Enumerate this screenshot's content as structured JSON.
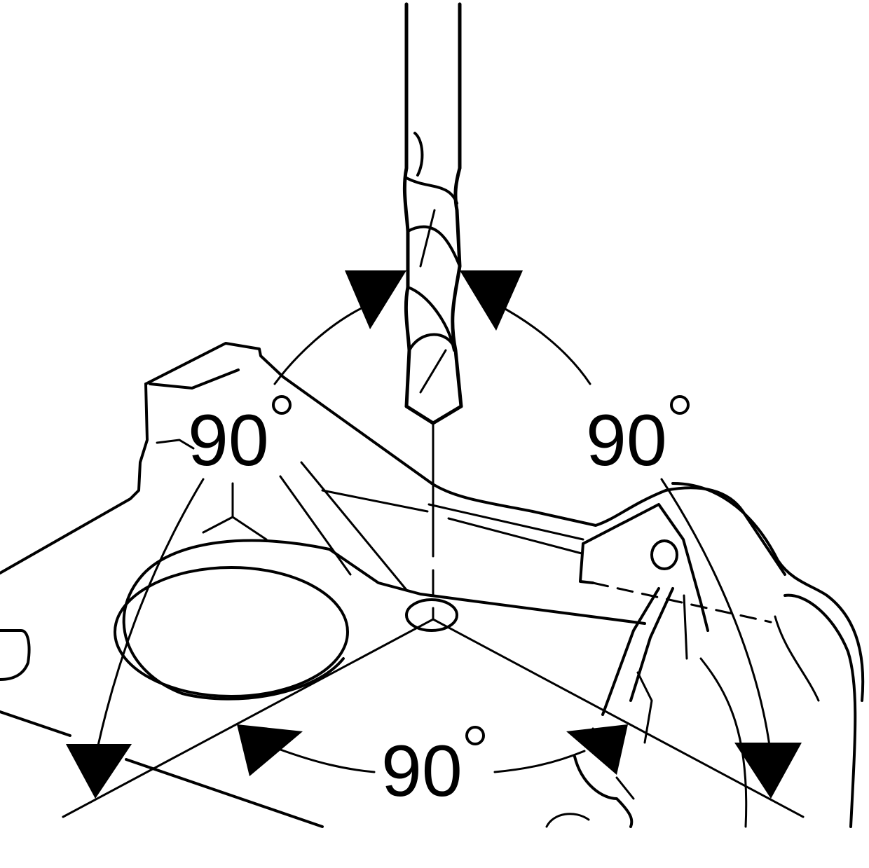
{
  "angle_labels": {
    "upper_left": "90",
    "upper_right": "90",
    "bottom": "90"
  },
  "colors": {
    "ink": "#000000",
    "paper": "#ffffff"
  }
}
